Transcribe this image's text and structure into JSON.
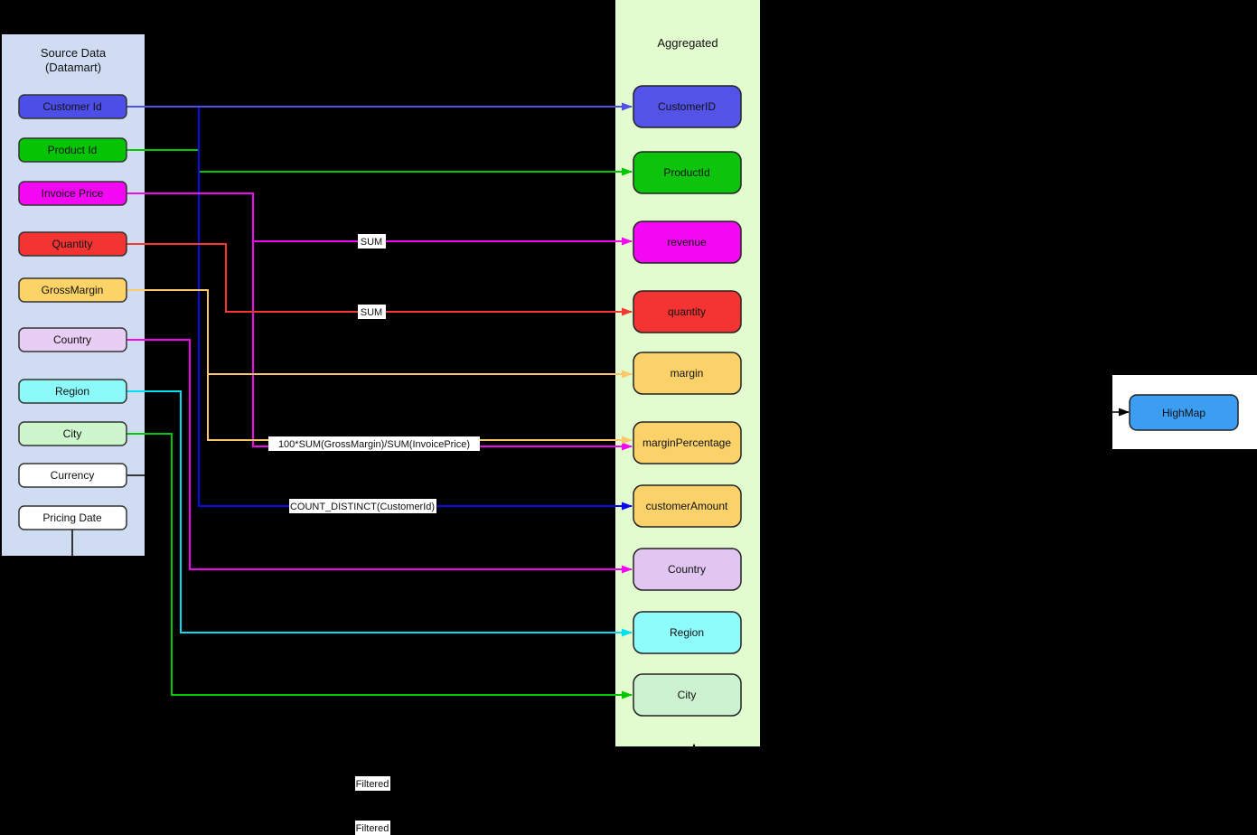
{
  "canvas": {
    "background": "#000000"
  },
  "source_panel": {
    "title_line1": "Source Data",
    "title_line2": "(Datamart)",
    "bg": "#cfdcf2",
    "fields": [
      {
        "label": "Customer Id",
        "fill": "#4d4de8"
      },
      {
        "label": "Product Id",
        "fill": "#04c404"
      },
      {
        "label": "Invoice Price",
        "fill": "#f408f4"
      },
      {
        "label": "Quantity",
        "fill": "#f43333"
      },
      {
        "label": "GrossMargin",
        "fill": "#fcd366"
      },
      {
        "label": "Country",
        "fill": "#e8cef5"
      },
      {
        "label": "Region",
        "fill": "#8dfafa"
      },
      {
        "label": "City",
        "fill": "#cdf6cd"
      },
      {
        "label": "Currency",
        "fill": "#ffffff"
      },
      {
        "label": "Pricing Date",
        "fill": "#ffffff"
      }
    ]
  },
  "aggregated_panel": {
    "title": "Aggregated",
    "bg": "#e3fccf",
    "fields": [
      {
        "label": "CustomerID",
        "fill": "#5353e8"
      },
      {
        "label": "ProductId",
        "fill": "#0cc40c"
      },
      {
        "label": "revenue",
        "fill": "#f408f4"
      },
      {
        "label": "quantity",
        "fill": "#f43333"
      },
      {
        "label": "margin",
        "fill": "#fbd169"
      },
      {
        "label": "marginPercentage",
        "fill": "#fbd169"
      },
      {
        "label": "customerAmount",
        "fill": "#fbd169"
      },
      {
        "label": "Country",
        "fill": "#e0c6f0"
      },
      {
        "label": "Region",
        "fill": "#8ffcfc"
      },
      {
        "label": "City",
        "fill": "#ccf2cf"
      }
    ]
  },
  "output_panel": {
    "bg": "#ffffff",
    "node_label": "HighMap",
    "node_fill": "#3b9ef3"
  },
  "edge_labels": {
    "sum_revenue": "SUM",
    "sum_quantity": "SUM",
    "margin_percentage_formula": "100*SUM(GrossMargin)/SUM(InvoicePrice)",
    "customer_amount_formula": "COUNT_DISTINCT(CustomerId)",
    "filtered_currency": "Filtered",
    "filtered_pricing_date": "Filtered"
  },
  "edge_colors": {
    "customer_id": "#5050e6",
    "customer_count": "#0a0af0",
    "product": "#00c800",
    "invoice": "#f408f4",
    "quantity": "#f43a30",
    "gross_margin": "#fcc96a",
    "country": "#f400f4",
    "region": "#00e0f0",
    "city": "#00c800",
    "filtered": "#000000"
  }
}
